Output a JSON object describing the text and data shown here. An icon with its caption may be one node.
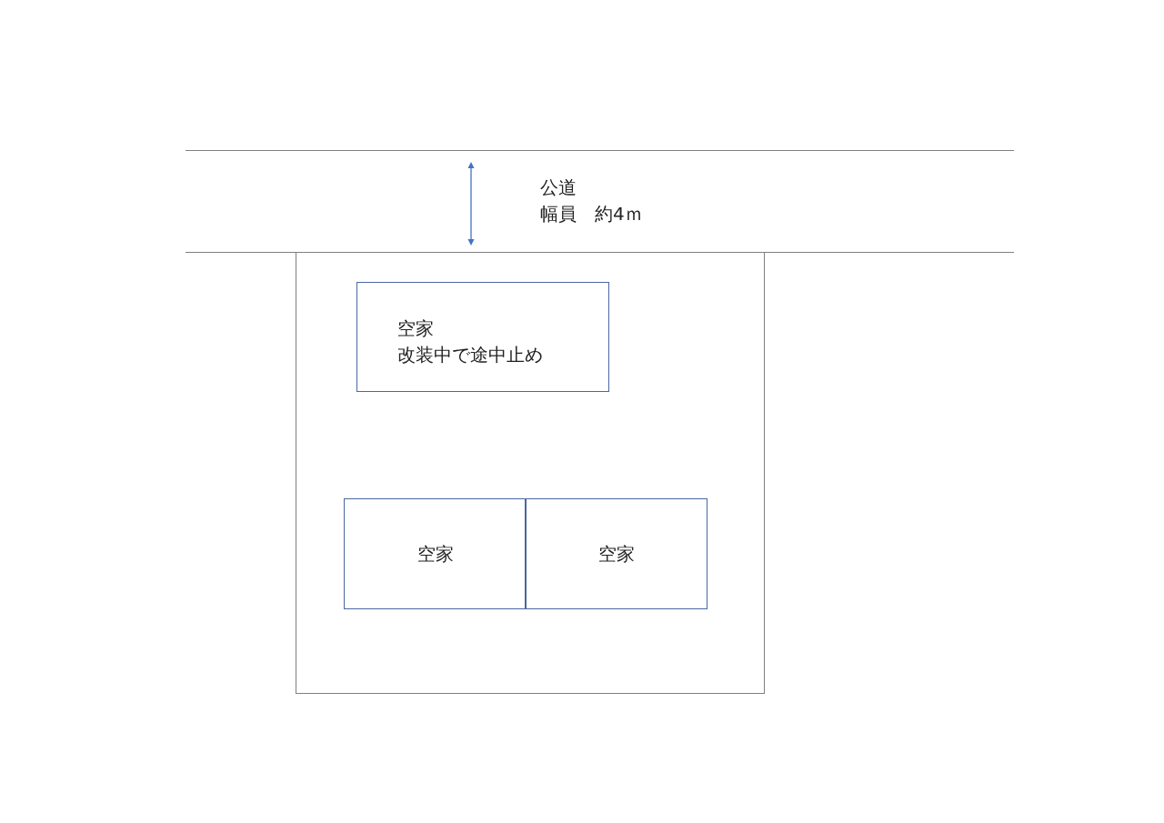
{
  "diagram": {
    "nodes": [
      {
        "text": [
          "公道",
          "幅員　約4ｍ"
        ]
      },
      {
        "text": [],
        "shape": "box"
      },
      {
        "text": [
          "空家",
          "改装中で途中止め"
        ],
        "in": 1
      },
      {
        "text": [
          "空家"
        ],
        "in": 1
      },
      {
        "text": [
          "空家"
        ],
        "in": 1
      }
    ]
  }
}
